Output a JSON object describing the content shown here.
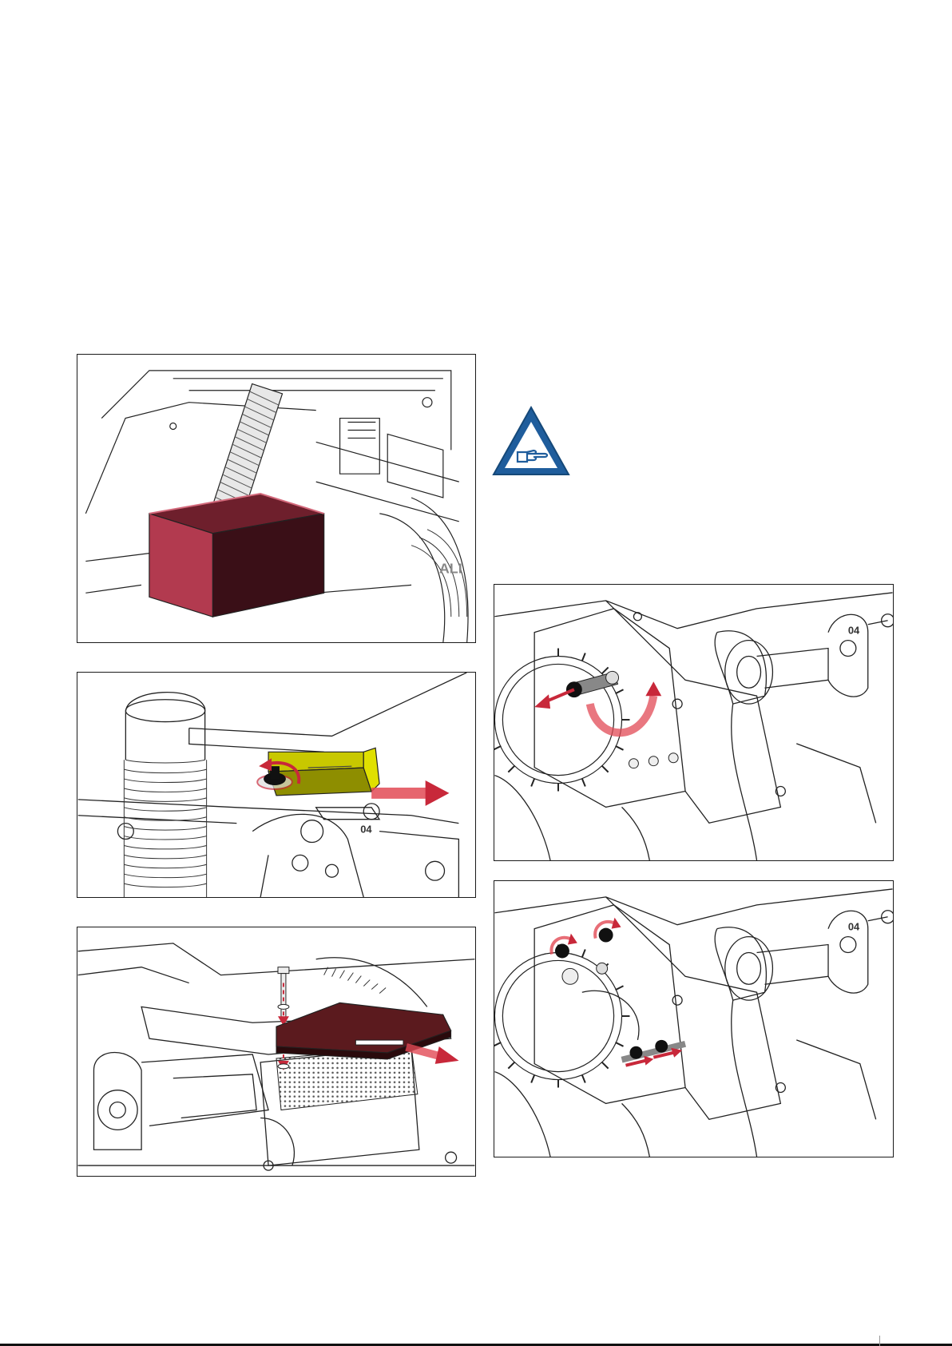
{
  "page": {
    "background": "#ffffff",
    "accent_red": "#c8283a",
    "box_red": "#b23a4f",
    "label_ali": "ALI",
    "label_dial": "04"
  },
  "note": {
    "icon": "pointing-hand-icon",
    "triangle_color": "#1f5d9c"
  },
  "figures": [
    {
      "id": "fig1",
      "content": "auger-into-red-bin"
    },
    {
      "id": "fig2",
      "content": "knob-release-yellow-slide"
    },
    {
      "id": "fig3",
      "content": "bolt-remove-dark-red-plate"
    },
    {
      "id": "fig4",
      "content": "gear-plate-lever-release"
    },
    {
      "id": "fig5",
      "content": "gear-plate-loosen-bolts"
    }
  ]
}
